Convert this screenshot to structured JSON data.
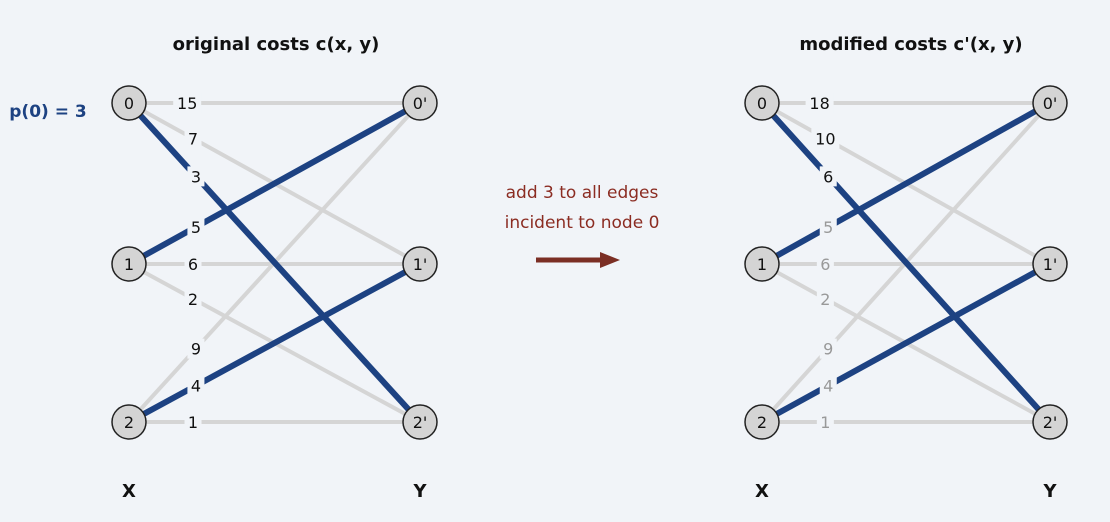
{
  "colors": {
    "background": "#f1f4f8",
    "matching_edge": "#1d4282",
    "other_edge": "#d5d5d5",
    "node_fill": "#d4d4d4",
    "node_stroke": "#222222",
    "potential_text": "#1d4282",
    "caption_text": "#8b2c22",
    "arrow": "#7b2e24",
    "faded_label": "#999999"
  },
  "left": {
    "title": "original costs c(x, y)",
    "potential_label": "p(0) = 3",
    "x_label": "X",
    "y_label": "Y",
    "nodes_x": [
      "0",
      "1",
      "2"
    ],
    "nodes_y": [
      "0'",
      "1'",
      "2'"
    ]
  },
  "middle": {
    "caption_line1": "add 3 to all edges",
    "caption_line2": "incident to node 0",
    "arrow_icon": "right-arrow-icon"
  },
  "right": {
    "title": "modified costs c'(x, y)",
    "x_label": "X",
    "y_label": "Y",
    "nodes_x": [
      "0",
      "1",
      "2"
    ],
    "nodes_y": [
      "0'",
      "1'",
      "2'"
    ]
  },
  "graphs": [
    {
      "edges": [
        {
          "from": 0,
          "to": 0,
          "cost": "15",
          "matched": false,
          "faded": false
        },
        {
          "from": 0,
          "to": 1,
          "cost": "7",
          "matched": false,
          "faded": false
        },
        {
          "from": 0,
          "to": 2,
          "cost": "3",
          "matched": true,
          "faded": false
        },
        {
          "from": 1,
          "to": 0,
          "cost": "5",
          "matched": true,
          "faded": false
        },
        {
          "from": 1,
          "to": 1,
          "cost": "6",
          "matched": false,
          "faded": false
        },
        {
          "from": 1,
          "to": 2,
          "cost": "2",
          "matched": false,
          "faded": false
        },
        {
          "from": 2,
          "to": 0,
          "cost": "9",
          "matched": false,
          "faded": false
        },
        {
          "from": 2,
          "to": 1,
          "cost": "4",
          "matched": true,
          "faded": false
        },
        {
          "from": 2,
          "to": 2,
          "cost": "1",
          "matched": false,
          "faded": false
        }
      ]
    },
    {
      "edges": [
        {
          "from": 0,
          "to": 0,
          "cost": "18",
          "matched": false,
          "faded": false
        },
        {
          "from": 0,
          "to": 1,
          "cost": "10",
          "matched": false,
          "faded": false
        },
        {
          "from": 0,
          "to": 2,
          "cost": "6",
          "matched": true,
          "faded": false
        },
        {
          "from": 1,
          "to": 0,
          "cost": "5",
          "matched": true,
          "faded": true
        },
        {
          "from": 1,
          "to": 1,
          "cost": "6",
          "matched": false,
          "faded": true
        },
        {
          "from": 1,
          "to": 2,
          "cost": "2",
          "matched": false,
          "faded": true
        },
        {
          "from": 2,
          "to": 0,
          "cost": "9",
          "matched": false,
          "faded": true
        },
        {
          "from": 2,
          "to": 1,
          "cost": "4",
          "matched": true,
          "faded": true
        },
        {
          "from": 2,
          "to": 2,
          "cost": "1",
          "matched": false,
          "faded": true
        }
      ]
    }
  ]
}
